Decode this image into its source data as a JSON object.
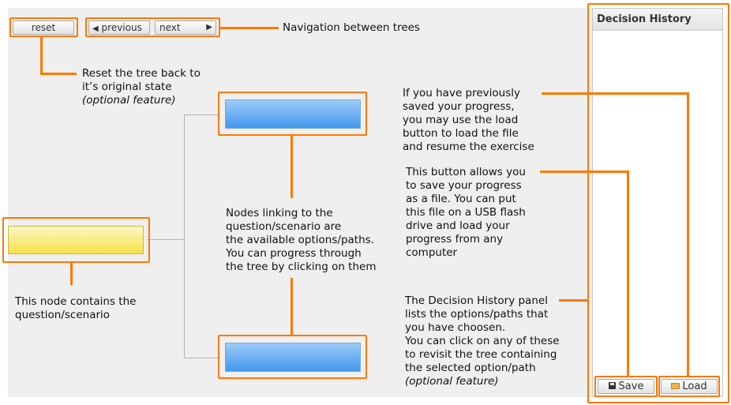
{
  "toolbar": {
    "reset_label": "reset",
    "previous_label": "previous",
    "next_label": "next"
  },
  "panel": {
    "title": "Decision History",
    "save_label": "Save",
    "load_label": "Load"
  },
  "annotations": {
    "navigation": "Navigation between trees",
    "reset_line1": "Reset the tree back to",
    "reset_line2": "it’s original state",
    "reset_line3": "(optional feature)",
    "load_line1": "If you have previously",
    "load_line2": "saved your progress,",
    "load_line3": "you may use the load",
    "load_line4": "button to load the file",
    "load_line5": "and resume the exercise",
    "save_line1": "This button allows you",
    "save_line2": "to save your progress",
    "save_line3": "as a file. You can put",
    "save_line4": "this file on a USB flash",
    "save_line5": "drive and load your",
    "save_line6": "progress from any",
    "save_line7": "computer",
    "nodes_line1": "Nodes linking to the",
    "nodes_line2": "question/scenario are",
    "nodes_line3": "the available options/paths.",
    "nodes_line4": "You can progress through",
    "nodes_line5": "the tree by clicking on them",
    "question_line1": "This node contains the",
    "question_line2": "question/scenario",
    "history_line1": "The Decision History panel",
    "history_line2": "lists the options/paths that",
    "history_line3": "you have choosen.",
    "history_line4": "You can click on any of these",
    "history_line5": "to revisit the tree containing",
    "history_line6": "the selected option/path",
    "history_line7": "(optional feature)"
  },
  "icons": {
    "prev_arrow": "◀",
    "next_arrow": "▶",
    "save_icon": "floppy-disk-icon",
    "load_icon": "folder-open-icon"
  },
  "colors": {
    "highlight": "#ff7700",
    "option_node": "#4398ee",
    "question_node": "#f5e24a"
  }
}
